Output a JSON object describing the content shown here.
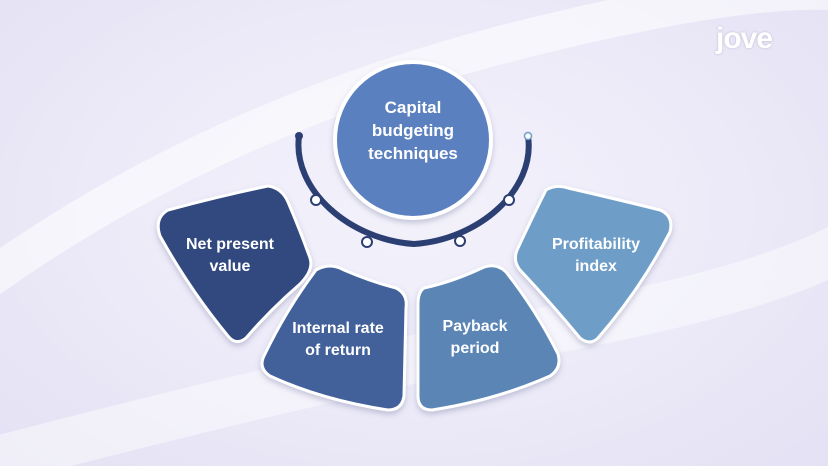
{
  "brand": {
    "logo_text": "jove"
  },
  "center": {
    "line1": "Capital",
    "line2": "budgeting",
    "line3": "techniques"
  },
  "segments": [
    {
      "line1": "Net present",
      "line2": "value",
      "color": "#33497f"
    },
    {
      "line1": "Internal rate",
      "line2": "of return",
      "color": "#43619a"
    },
    {
      "line1": "Payback",
      "line2": "period",
      "color": "#5a85b5"
    },
    {
      "line1": "Profitability",
      "line2": "index",
      "color": "#6e9dc8"
    }
  ],
  "colors": {
    "center": "#5b80c0",
    "arc": "#2c3f73"
  }
}
